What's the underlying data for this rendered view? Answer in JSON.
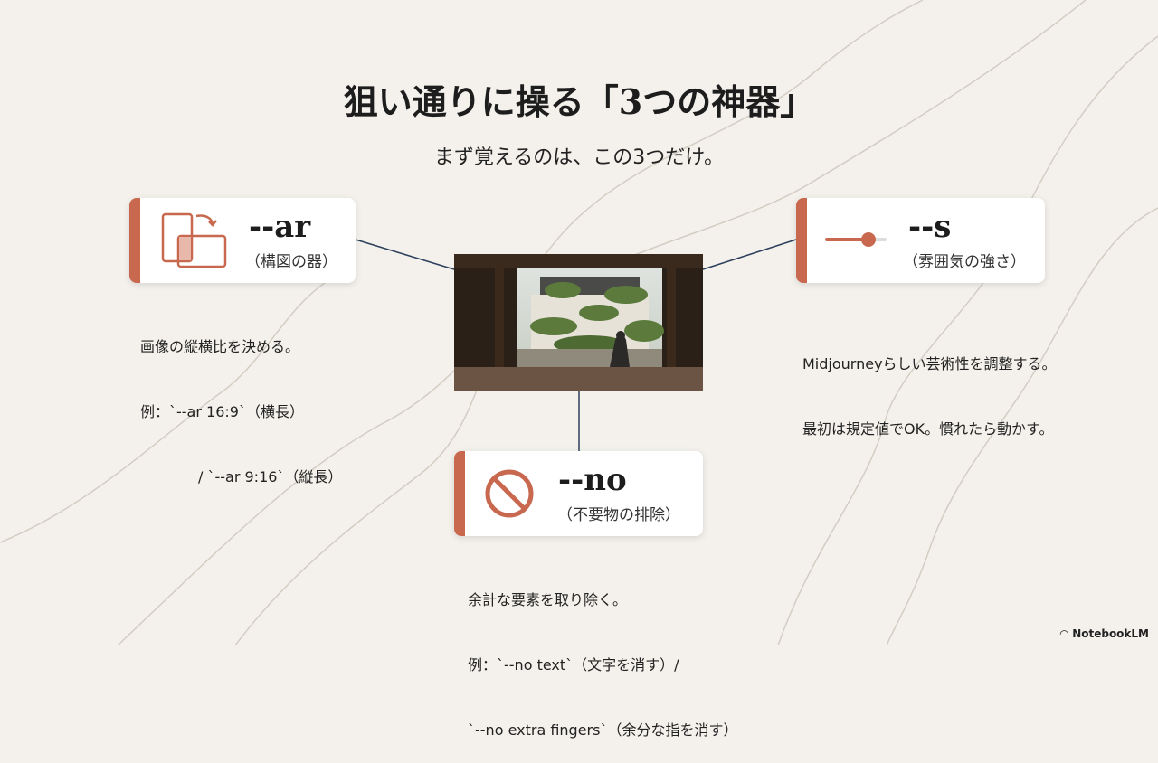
{
  "title": "狙い通りに操る「3つの神器」",
  "subtitle": "まず覚えるのは、この3つだけ。",
  "accent_color": "#c8694f",
  "cards": {
    "ar": {
      "name": "--ar",
      "sub": "（構図の器）",
      "icon": "aspect-rotate-icon",
      "desc": [
        "画像の縦横比を決める。",
        "例：`--ar 16:9`（横長）",
        "/ `--ar 9:16`（縦長）"
      ]
    },
    "s": {
      "name": "--s",
      "sub": "（雰囲気の強さ）",
      "icon": "slider-icon",
      "desc": [
        "Midjourneyらしい芸術性を調整する。",
        "最初は規定値でOK。慣れたら動かす。"
      ]
    },
    "no": {
      "name": "--no",
      "sub": "（不要物の排除）",
      "icon": "prohibited-icon",
      "desc": [
        "余計な要素を取り除く。",
        "例：`--no text`（文字を消す）/",
        "`--no extra fingers`（余分な指を消す）"
      ]
    }
  },
  "center_image": "japanese-courtyard-garden-photo",
  "brand": "NotebookLM"
}
